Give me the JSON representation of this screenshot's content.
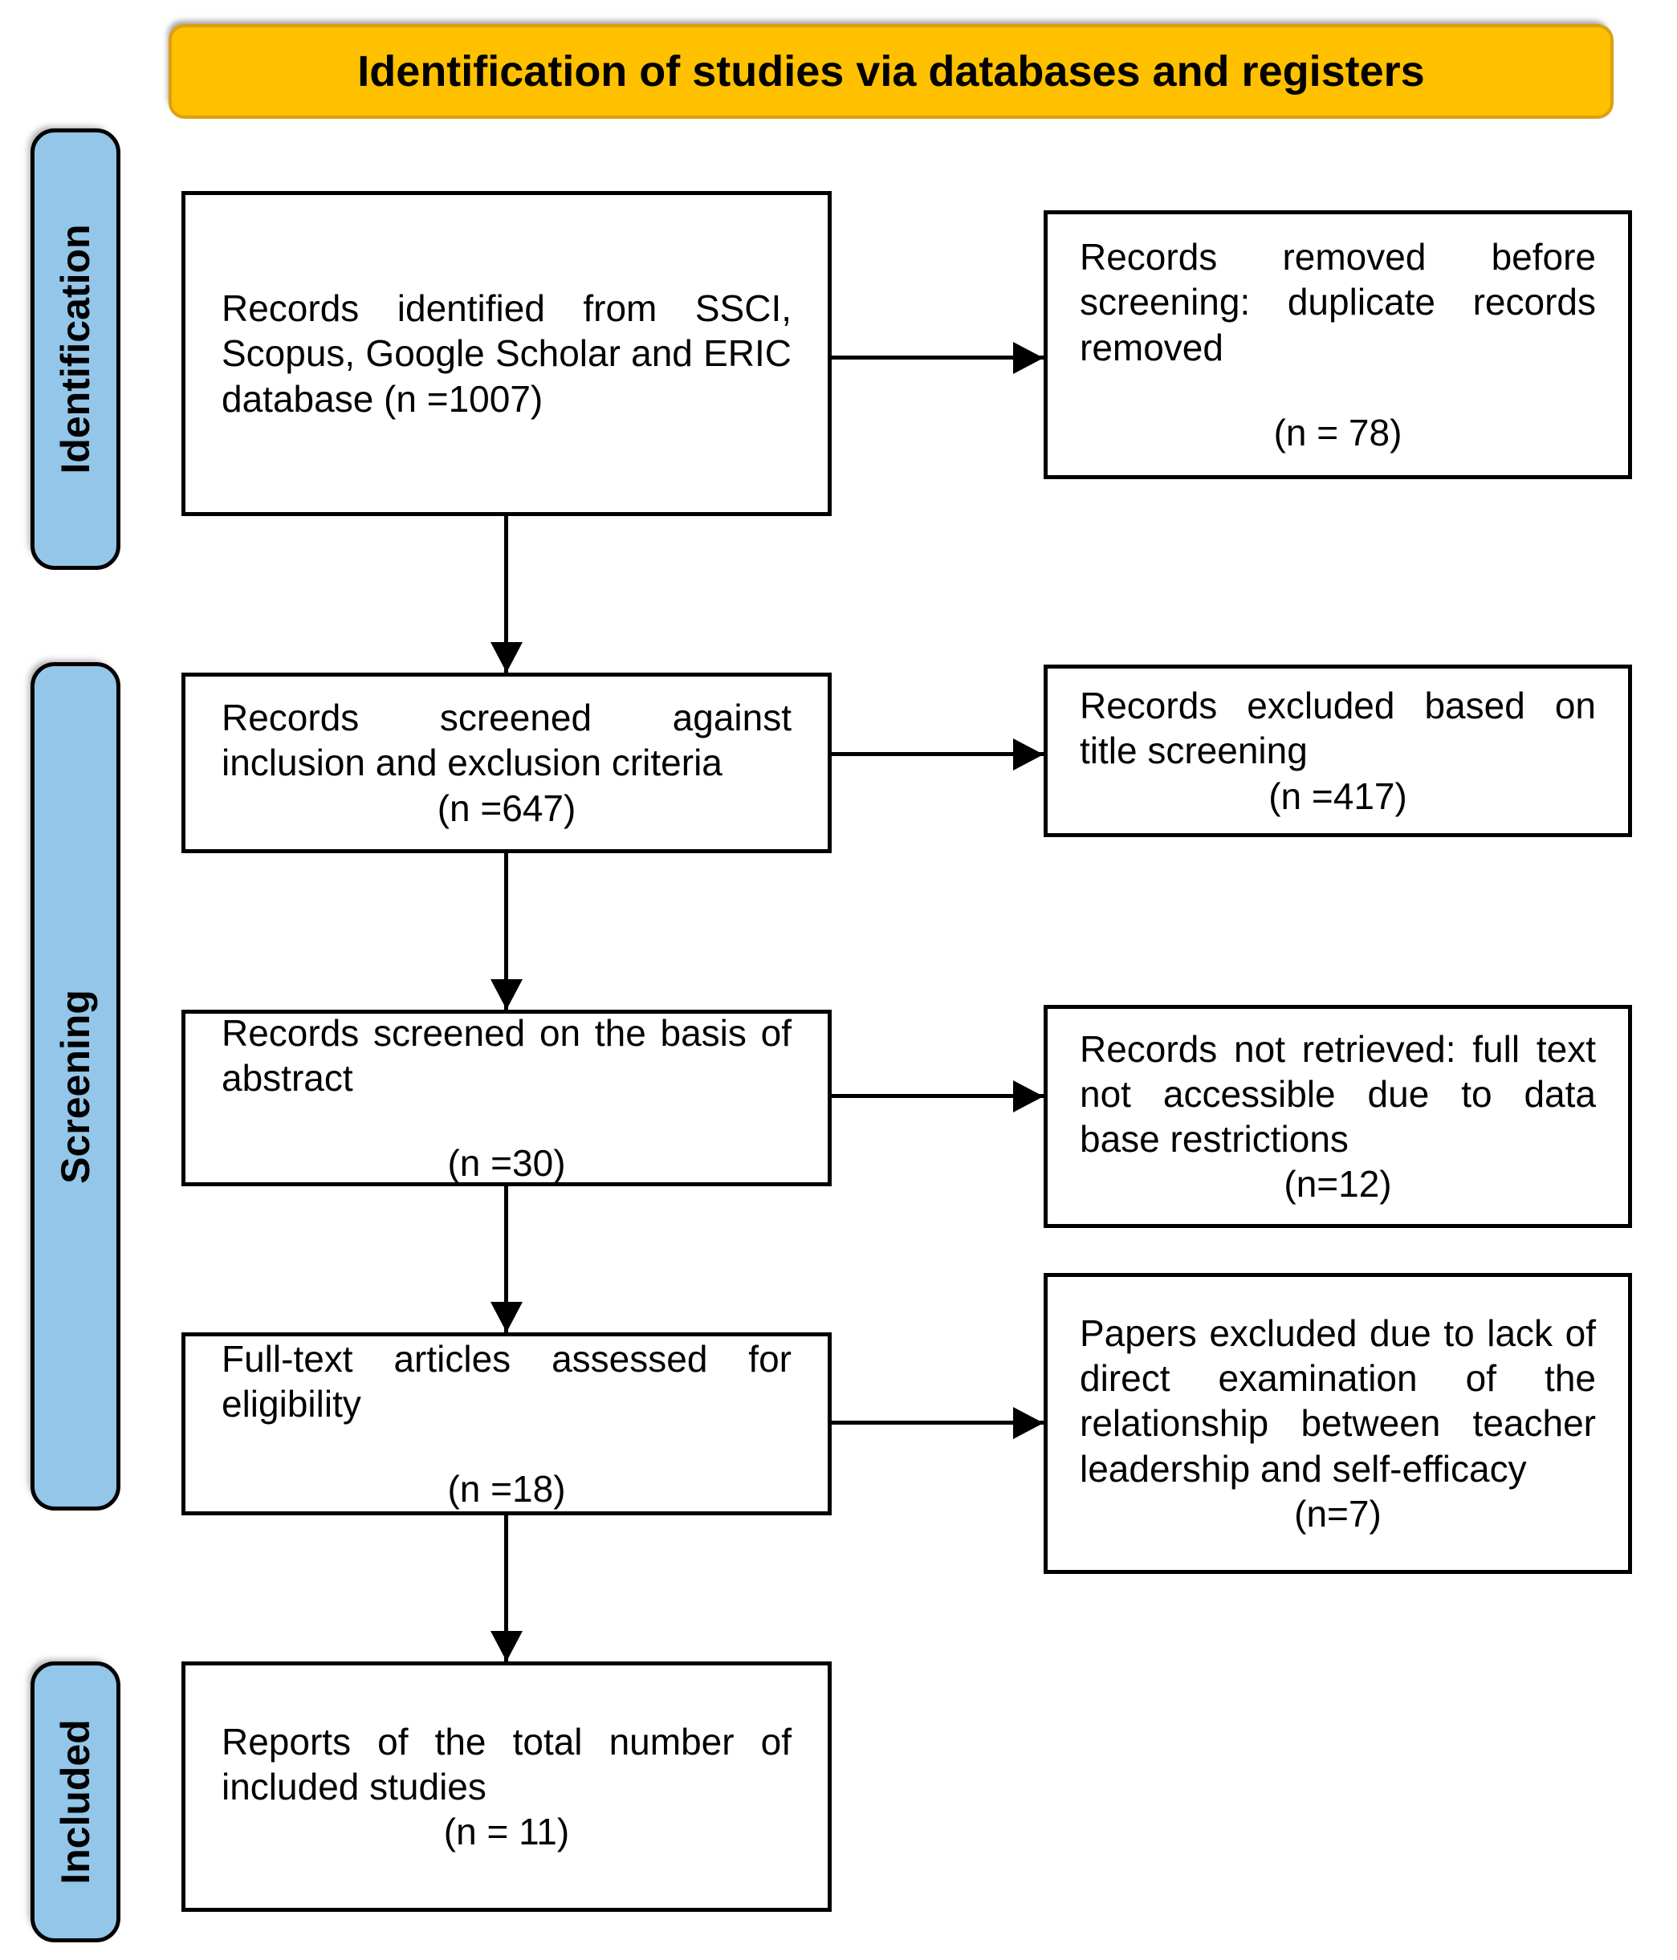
{
  "header": {
    "title": "Identification of studies via databases and registers"
  },
  "stages": [
    {
      "label": "Identification"
    },
    {
      "label": "Screening"
    },
    {
      "label": "Included"
    }
  ],
  "flow_boxes": [
    {
      "text": "Records identified from SSCI, Scopus, Google Scholar and ERIC database (n =1007)",
      "count": ""
    },
    {
      "text": "Records screened against inclusion and exclusion criteria",
      "count": "(n =647)"
    },
    {
      "text": "Records screened on the basis of abstract",
      "count": "(n =30)"
    },
    {
      "text": "Full-text articles assessed for eligibility",
      "count": "(n =18)"
    },
    {
      "text": "Reports of the total number of included studies",
      "count": "(n = 11)"
    }
  ],
  "exclusion_boxes": [
    {
      "text": "Records removed before screening: duplicate records removed",
      "count": "(n = 78)"
    },
    {
      "text": "Records excluded based on title screening",
      "count": "(n =417)"
    },
    {
      "text": "Records not retrieved: full text not accessible due to data base restrictions",
      "count": "(n=12)"
    },
    {
      "text": "Papers excluded due to lack of direct examination of the relationship between teacher leadership and self-efficacy",
      "count": "(n=7)"
    }
  ],
  "colors": {
    "header_fill": "#FFC000",
    "stage_fill": "#93C6E8",
    "box_border": "#000000",
    "arrow": "#000000"
  }
}
